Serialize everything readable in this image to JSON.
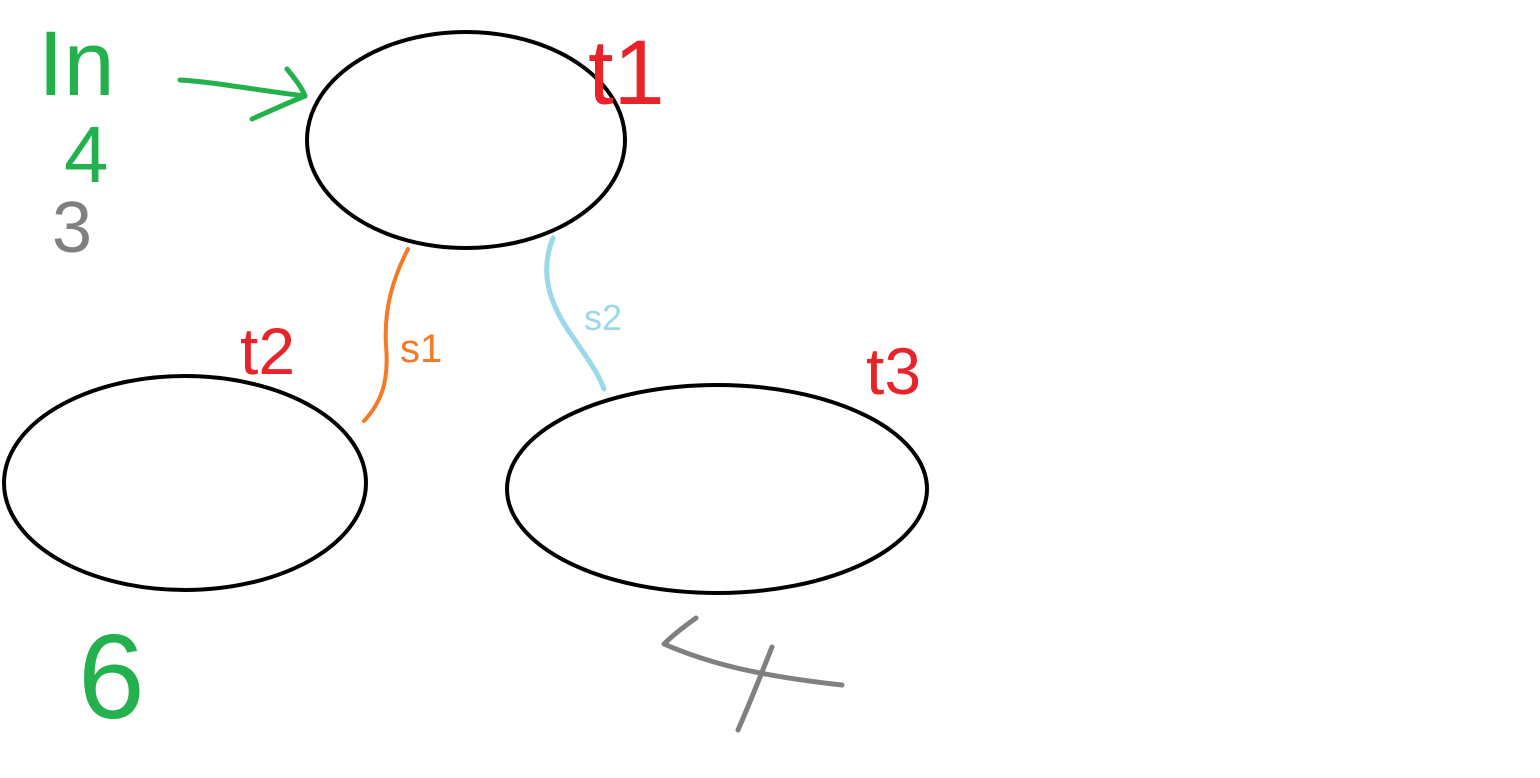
{
  "colors": {
    "background": "#ffffff",
    "node_outline": "#000000",
    "node_label": "#e8232a",
    "input_label": "#22b14c",
    "value_primary": "#22b14c",
    "value_secondary": "#808080",
    "edge_s1": "#f47a26",
    "edge_s2": "#99d9ea"
  },
  "nodes": [
    {
      "id": "t1",
      "label": "t1",
      "values": [
        "4",
        "3"
      ]
    },
    {
      "id": "t2",
      "label": "t2",
      "values": [
        "6"
      ]
    },
    {
      "id": "t3",
      "label": "t3",
      "values": [
        "4"
      ]
    }
  ],
  "input": {
    "label": "In",
    "target": "t1"
  },
  "edges": [
    {
      "id": "s1",
      "label": "s1",
      "from": "t1",
      "to": "t2"
    },
    {
      "id": "s2",
      "label": "s2",
      "from": "t1",
      "to": "t3"
    }
  ],
  "annotations": {
    "t3_value_struck": true
  }
}
